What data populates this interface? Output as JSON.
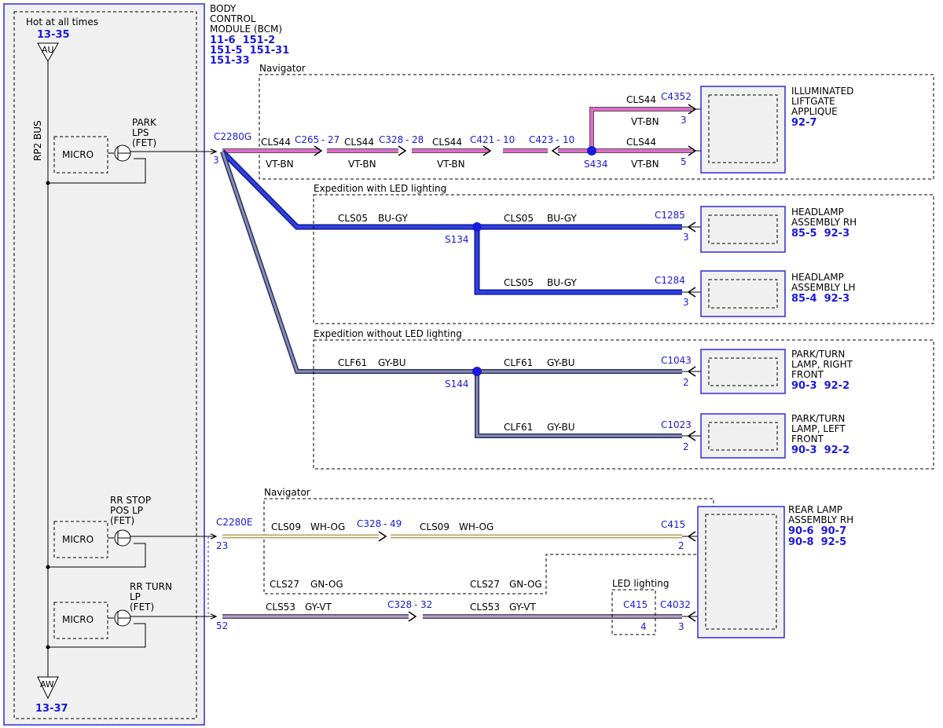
{
  "colors": {
    "module_border": "#2d2dd6",
    "reference_blue": "#1a1adb",
    "wire_vt_bn": "#c24fb0",
    "wire_bu_gy": "#1f2fd6",
    "wire_gy_bu": "#3d4aa0",
    "wire_wh_og": "#e9c27a",
    "wire_gy_vt": "#8a6aa0",
    "component_fill": "#f0f0f0"
  },
  "bcm": {
    "title_lines": [
      "BODY",
      "CONTROL",
      "MODULE (BCM)"
    ],
    "refs": [
      "11-6  151-2",
      "151-5  151-31",
      "151-33"
    ],
    "hot_label": "Hot at all times",
    "hot_ref": "13-35",
    "top_terminal": "AU",
    "bottom_terminal": "AW",
    "bottom_ref": "13-37",
    "bus_label": "RP2 BUS",
    "micro_label": "MICRO",
    "switch1_lines": [
      "PARK",
      "LPS",
      "(FET)"
    ],
    "switch2_lines": [
      "RR STOP",
      "POS LP",
      "(FET)"
    ],
    "switch3_lines": [
      "RR TURN",
      "LP",
      "(FET)"
    ],
    "connector_g": "C2280G",
    "pin_g": "3",
    "connector_e": "C2280E",
    "pin_e1": "23",
    "pin_e2": "52"
  },
  "navigator_top": {
    "title": "Navigator",
    "circuit": "CLS44",
    "color_code": "VT-BN",
    "inline": [
      {
        "conn": "C265",
        "pin": "27"
      },
      {
        "conn": "C328",
        "pin": "28"
      },
      {
        "conn": "C421",
        "pin": "10"
      },
      {
        "conn": "C423",
        "pin": "10"
      }
    ],
    "splice": "S434",
    "dest_conn": "C4352",
    "dest_pin_upper": "3",
    "dest_pin_lower": "5",
    "component_lines": [
      "ILLUMINATED",
      "LIFTGATE",
      "APPLIQUE"
    ],
    "component_ref": "92-7"
  },
  "expedition_led": {
    "title": "Expedition with LED lighting",
    "circuit": "CLS05",
    "color_code": "BU-GY",
    "splice": "S134",
    "rh_conn": "C1285",
    "rh_pin": "3",
    "rh_lines": [
      "HEADLAMP",
      "ASSEMBLY RH"
    ],
    "rh_ref": "85-5  92-3",
    "lh_conn": "C1284",
    "lh_pin": "3",
    "lh_lines": [
      "HEADLAMP",
      "ASSEMBLY LH"
    ],
    "lh_ref": "85-4  92-3"
  },
  "expedition_noled": {
    "title": "Expedition without LED lighting",
    "circuit": "CLF61",
    "color_code": "GY-BU",
    "splice": "S144",
    "right_conn": "C1043",
    "right_pin": "2",
    "right_lines": [
      "PARK/TURN",
      "LAMP, RIGHT",
      "FRONT"
    ],
    "right_ref": "90-3  92-2",
    "left_conn": "C1023",
    "left_pin": "2",
    "left_lines": [
      "PARK/TURN",
      "LAMP, LEFT",
      "FRONT"
    ],
    "left_ref": "90-3  92-2"
  },
  "navigator_bottom": {
    "title": "Navigator",
    "circuit_a": "CLS09",
    "color_a": "WH-OG",
    "inline_a": {
      "conn": "C328",
      "pin": "49"
    },
    "circuit_b": "CLS27",
    "color_b": "GN-OG",
    "dest_conn": "C415",
    "dest_pin": "2"
  },
  "rear_turn": {
    "circuit": "CLS53",
    "color_code": "GY-VT",
    "inline": {
      "conn": "C328",
      "pin": "32"
    },
    "led_title": "LED lighting",
    "led_conn": "C415",
    "led_pin": "4",
    "dest_conn": "C4032",
    "dest_pin": "3"
  },
  "rear_lamp": {
    "lines": [
      "REAR LAMP",
      "ASSEMBLY RH"
    ],
    "refs": [
      "90-6  90-7",
      "90-8  92-5"
    ]
  }
}
